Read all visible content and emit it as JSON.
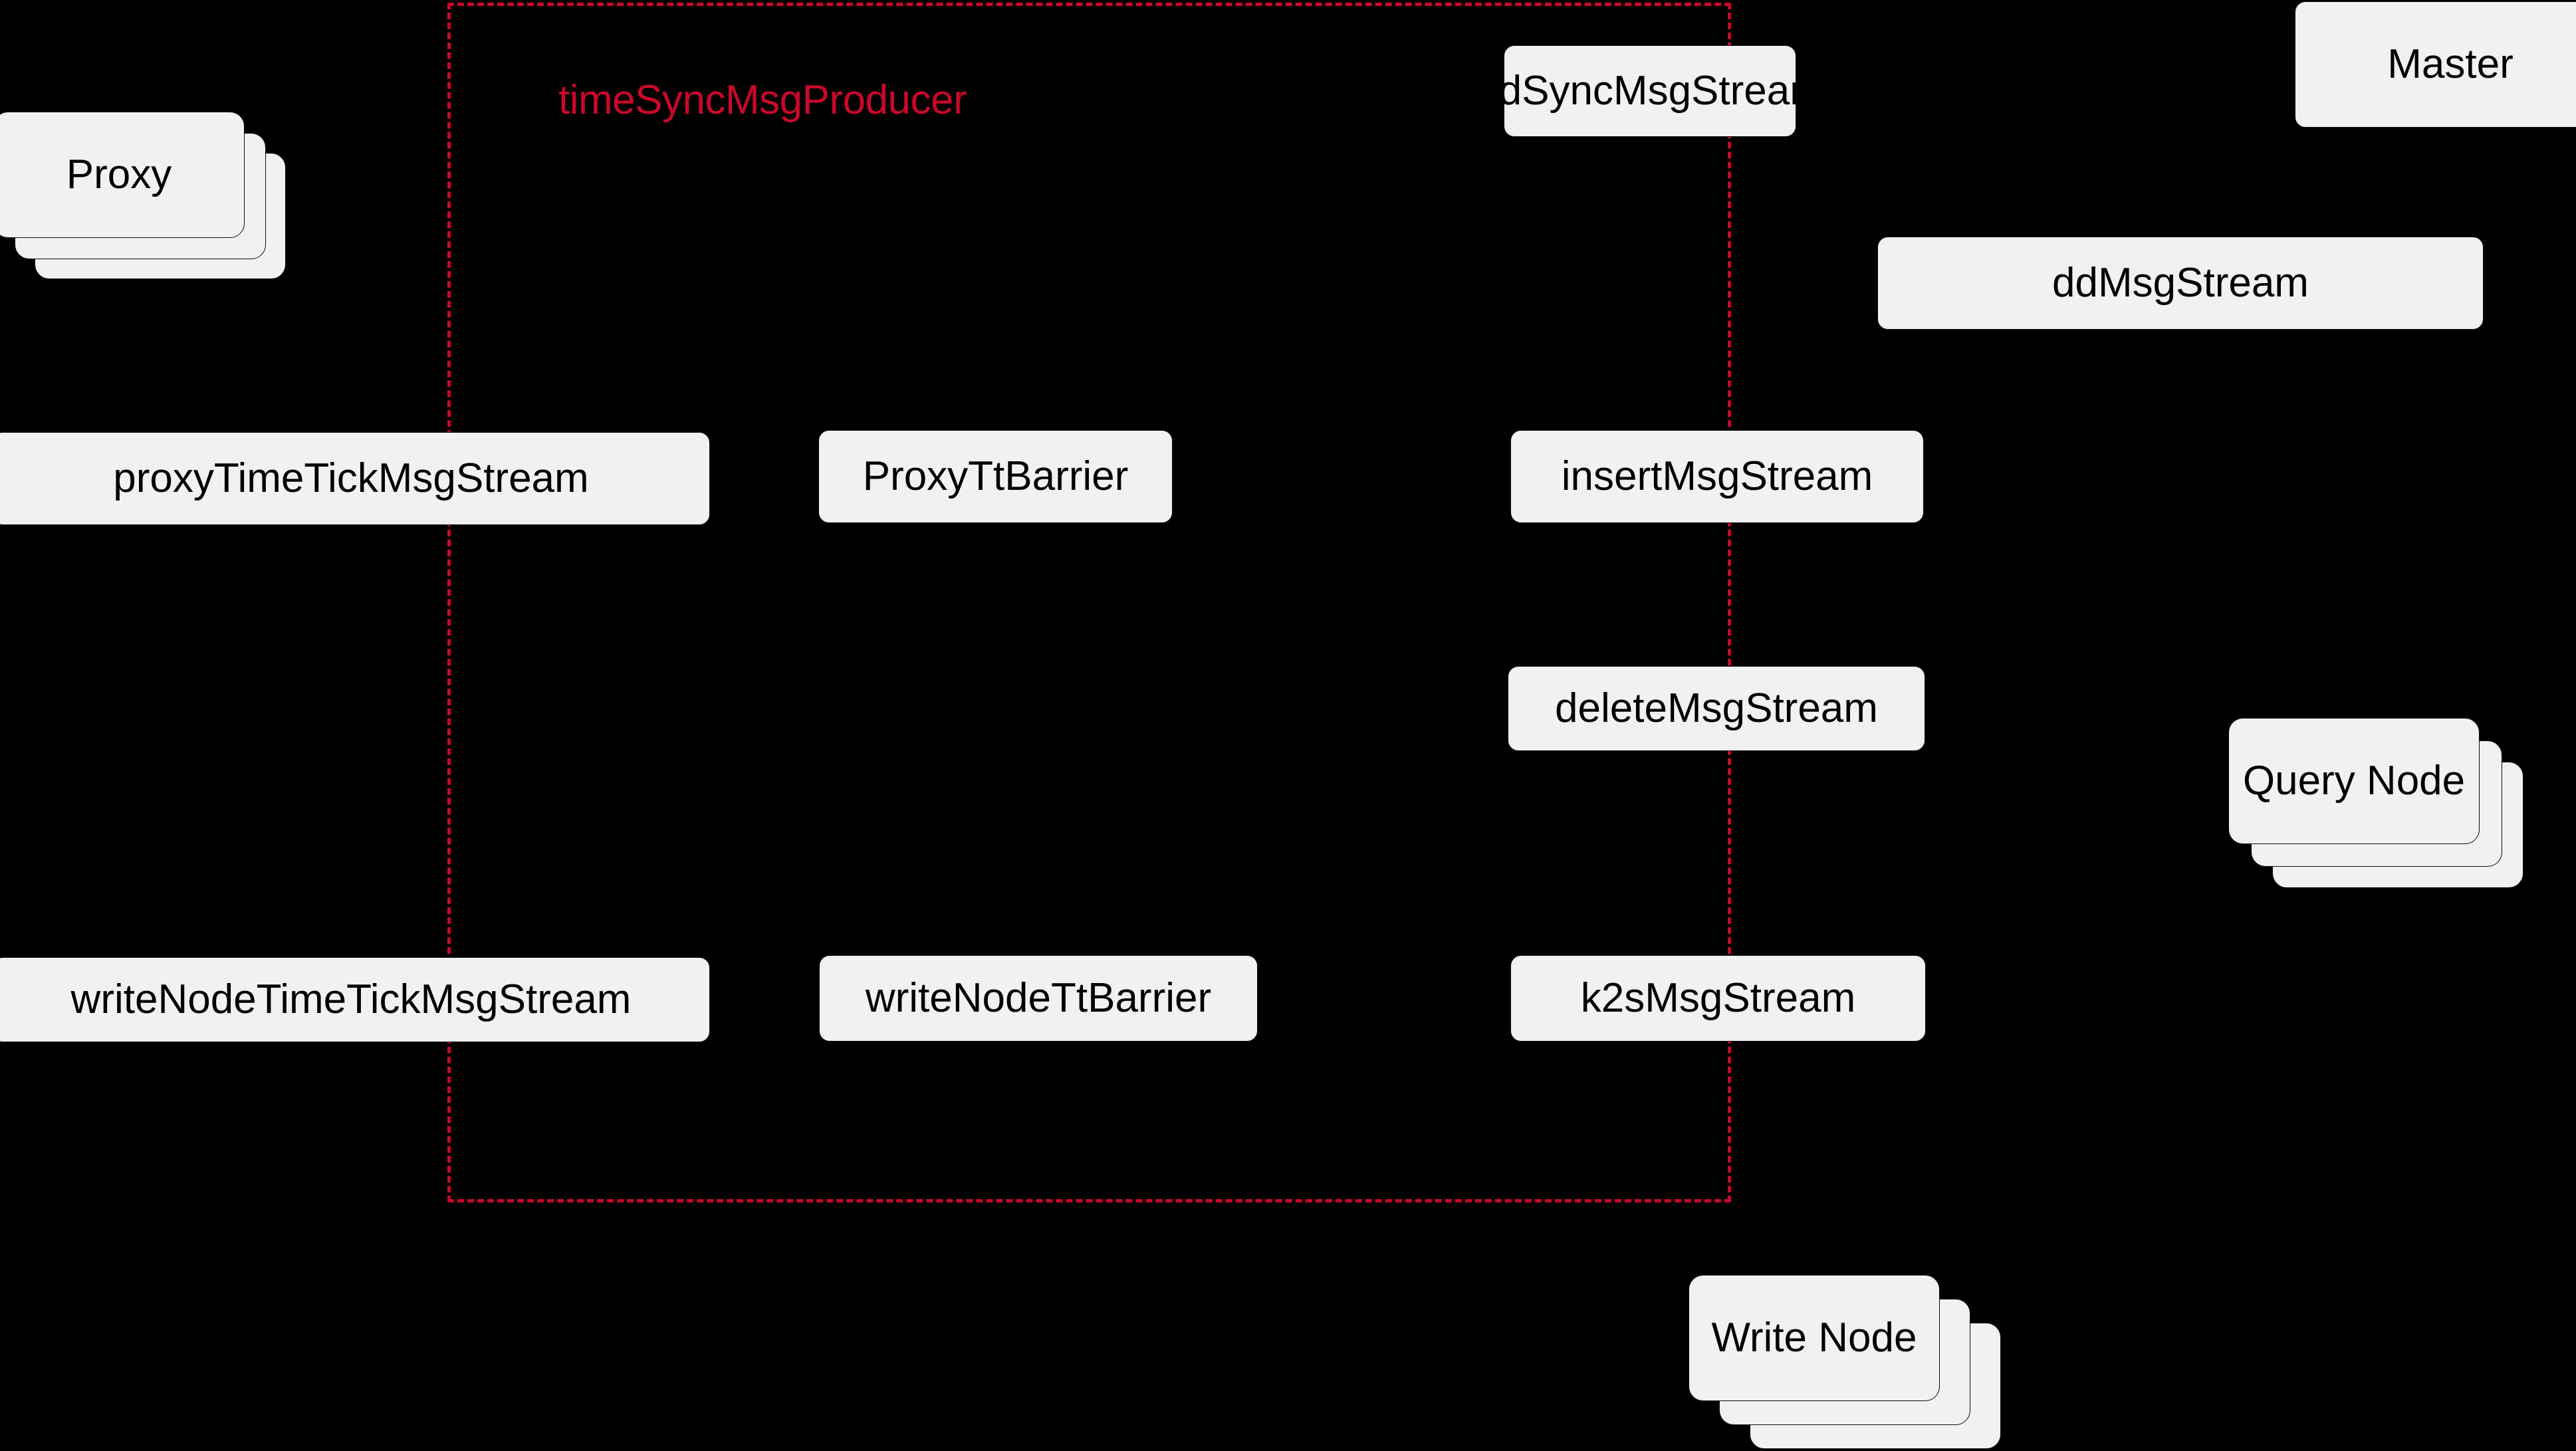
{
  "diagram": {
    "title": "timeSyncMsgProducer",
    "background_color": "#000000",
    "node_fill_color": "#F1F1F1",
    "node_text_color": "#000000",
    "group_color": "#C9082A",
    "group": {
      "label": "timeSyncMsgProducer",
      "style": "dashed-rectangle"
    },
    "nodes": [
      {
        "id": "proxy",
        "label": "Proxy",
        "kind": "stack"
      },
      {
        "id": "proxy-time-tick-msg-stream",
        "label": "proxyTimeTickMsgStream",
        "kind": "box"
      },
      {
        "id": "proxy-tt-barrier",
        "label": "ProxyTtBarrier",
        "kind": "box"
      },
      {
        "id": "dd-sync-msg-stream",
        "label": "ddSyncMsgStream",
        "kind": "box"
      },
      {
        "id": "dd-msg-stream",
        "label": "ddMsgStream",
        "kind": "box"
      },
      {
        "id": "master",
        "label": "Master",
        "kind": "box"
      },
      {
        "id": "insert-msg-stream",
        "label": "insertMsgStream",
        "kind": "box"
      },
      {
        "id": "delete-msg-stream",
        "label": "deleteMsgStream",
        "kind": "box"
      },
      {
        "id": "query-node",
        "label": "Query Node",
        "kind": "stack"
      },
      {
        "id": "write-node-time-tick-msg-stream",
        "label": "writeNodeTimeTickMsgStream",
        "kind": "box"
      },
      {
        "id": "write-node-tt-barrier",
        "label": "writeNodeTtBarrier",
        "kind": "box"
      },
      {
        "id": "k2s-msg-stream",
        "label": "k2sMsgStream",
        "kind": "box"
      },
      {
        "id": "write-node",
        "label": "Write\nNode",
        "kind": "stack"
      }
    ]
  }
}
